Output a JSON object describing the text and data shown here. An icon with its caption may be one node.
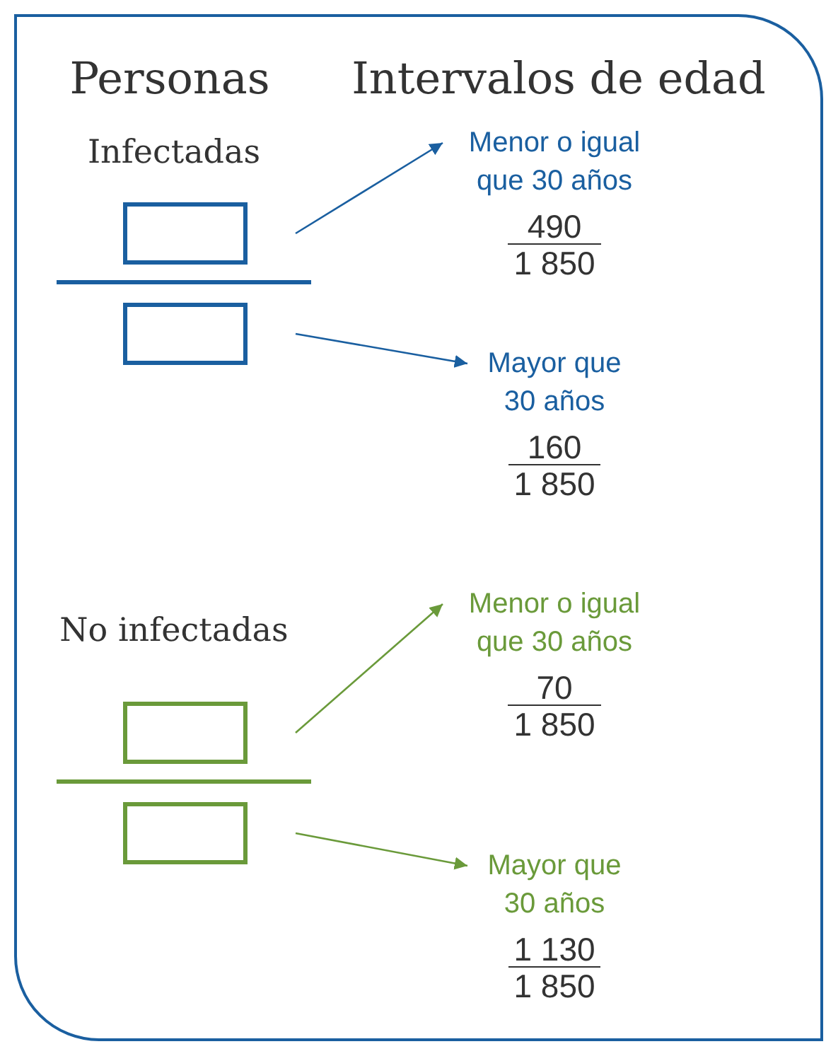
{
  "diagram": {
    "nodes": [
      {
        "text": [],
        "shape": "box"
      },
      {
        "text": [],
        "shape": "box"
      },
      {
        "text": [
          "Menor o igual que 30 años"
        ],
        "beside": [
          "490",
          "1 850"
        ]
      },
      {
        "text": [
          "Mayor que 30 años"
        ],
        "beside": [
          "160",
          "1 850"
        ]
      },
      {
        "text": [],
        "shape": "box"
      },
      {
        "text": [],
        "shape": "box"
      },
      {
        "text": [
          "Menor o igual que 30 años"
        ],
        "beside": [
          "70",
          "1 850"
        ]
      },
      {
        "text": [
          "Mayor que 30 años"
        ],
        "beside": [
          "1 130",
          "1 850"
        ]
      }
    ],
    "edges": [
      {
        "from": 0,
        "to": 2,
        "arrow": "to",
        "color": "#1a5fa0"
      },
      {
        "from": 1,
        "to": 3,
        "arrow": "to",
        "color": "#1a5fa0"
      },
      {
        "from": 4,
        "to": 6,
        "arrow": "to",
        "color": "#6a9a3a"
      },
      {
        "from": 5,
        "to": 7,
        "arrow": "to",
        "color": "#6a9a3a"
      }
    ],
    "labels": [
      "Personas",
      "Intervalos de edad",
      "Infectadas",
      "No infectadas"
    ]
  }
}
